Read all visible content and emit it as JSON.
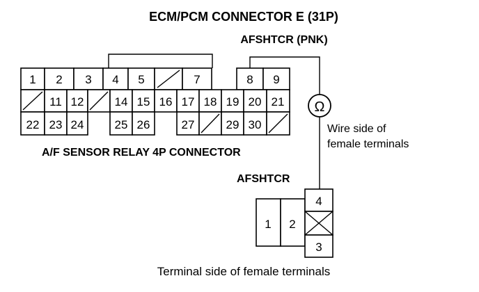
{
  "title": "ECM/PCM CONNECTOR E (31P)",
  "wire_label_top": "AFSHTCR (PNK)",
  "ohm_symbol": "Ω",
  "wire_side_line1": "Wire side of",
  "wire_side_line2": "female terminals",
  "relay_connector_label": "A/F SENSOR RELAY 4P CONNECTOR",
  "wire_label_relay": "AFSHTCR",
  "terminal_side_label": "Terminal side of female terminals",
  "ecm_rows": [
    [
      "1",
      "2",
      "3",
      "4",
      "5",
      "",
      "7",
      "",
      "8",
      "9"
    ],
    [
      "",
      "11",
      "12",
      "",
      "14",
      "15",
      "16",
      "17",
      "18",
      "19",
      "20",
      "21"
    ],
    [
      "22",
      "23",
      "24",
      "25",
      "26",
      "27",
      "",
      "29",
      "30",
      ""
    ]
  ],
  "relay_pins": [
    "1",
    "2",
    "4",
    "",
    "3"
  ]
}
